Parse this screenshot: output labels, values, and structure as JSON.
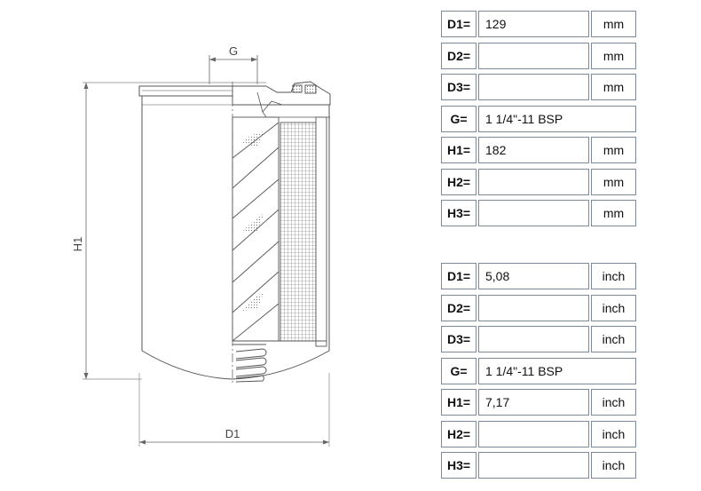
{
  "drawing": {
    "dim_thread_label": "G",
    "dim_height_label": "H1",
    "dim_diameter_label": "D1"
  },
  "tables": [
    {
      "unit_system": "metric",
      "rows": [
        {
          "label": "D1=",
          "value": "129",
          "unit": "mm"
        },
        {
          "label": "D2=",
          "value": "",
          "unit": "mm"
        },
        {
          "label": "D3=",
          "value": "",
          "unit": "mm"
        },
        {
          "label": "G=",
          "value": "1 1/4\"-11 BSP",
          "unit": null
        },
        {
          "label": "H1=",
          "value": "182",
          "unit": "mm"
        },
        {
          "label": "H2=",
          "value": "",
          "unit": "mm"
        },
        {
          "label": "H3=",
          "value": "",
          "unit": "mm"
        }
      ]
    },
    {
      "unit_system": "imperial",
      "rows": [
        {
          "label": "D1=",
          "value": "5,08",
          "unit": "inch"
        },
        {
          "label": "D2=",
          "value": "",
          "unit": "inch"
        },
        {
          "label": "D3=",
          "value": "",
          "unit": "inch"
        },
        {
          "label": "G=",
          "value": "1 1/4\"-11 BSP",
          "unit": null
        },
        {
          "label": "H1=",
          "value": "7,17",
          "unit": "inch"
        },
        {
          "label": "H2=",
          "value": "",
          "unit": "inch"
        },
        {
          "label": "H3=",
          "value": "",
          "unit": "inch"
        }
      ]
    }
  ]
}
